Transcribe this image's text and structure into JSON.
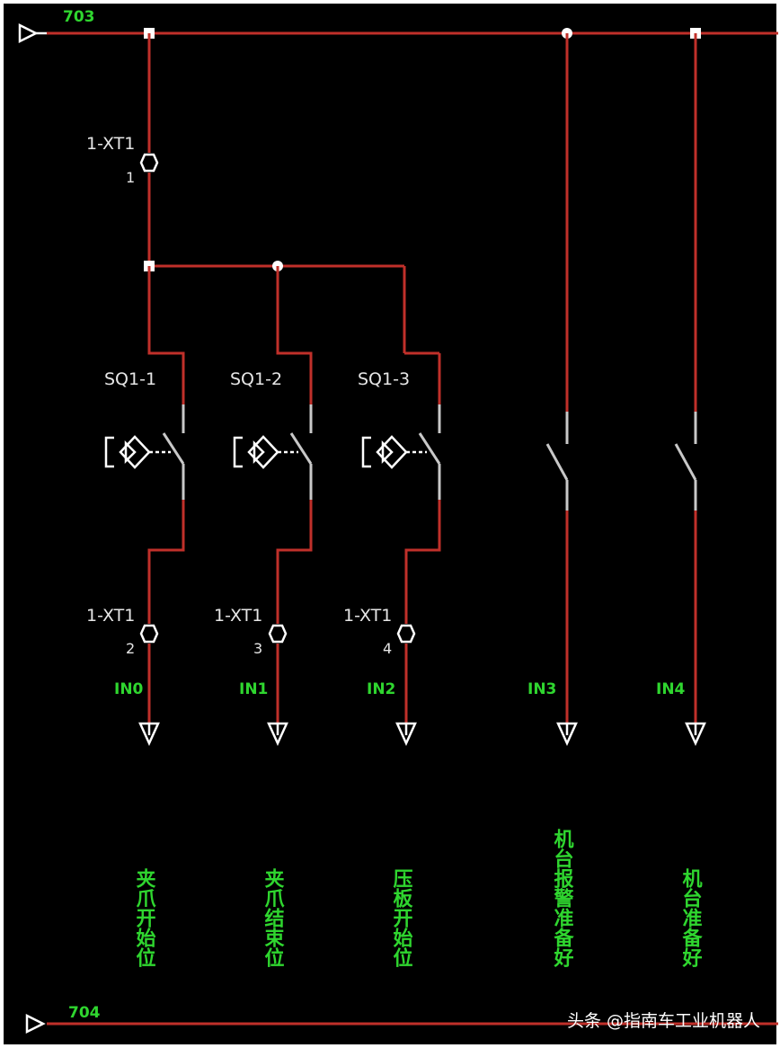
{
  "colors": {
    "background": "#000000",
    "wire": "#c0302a",
    "contact": "#c8c8c8",
    "label_white": "#e6e6e6",
    "label_green": "#2fd62f",
    "frame": "#ffffff"
  },
  "rails": {
    "top_label": "703",
    "bottom_label": "704"
  },
  "terminals": {
    "top": {
      "block": "1-XT1",
      "number": "1"
    },
    "branches": [
      {
        "block": "1-XT1",
        "number": "2"
      },
      {
        "block": "1-XT1",
        "number": "3"
      },
      {
        "block": "1-XT1",
        "number": "4"
      }
    ]
  },
  "switches": [
    {
      "tag": "SQ1-1",
      "input": "IN0",
      "description": "夹爪开始位",
      "icon": "proximity-sensor-icon"
    },
    {
      "tag": "SQ1-2",
      "input": "IN1",
      "description": "夹爪结束位",
      "icon": "proximity-sensor-icon"
    },
    {
      "tag": "SQ1-3",
      "input": "IN2",
      "description": "压板开始位",
      "icon": "proximity-sensor-icon"
    }
  ],
  "contacts": [
    {
      "input": "IN3",
      "description": "机台报警准备好"
    },
    {
      "input": "IN4",
      "description": "机台准备好"
    }
  ],
  "watermark": "头条 @指南车工业机器人"
}
